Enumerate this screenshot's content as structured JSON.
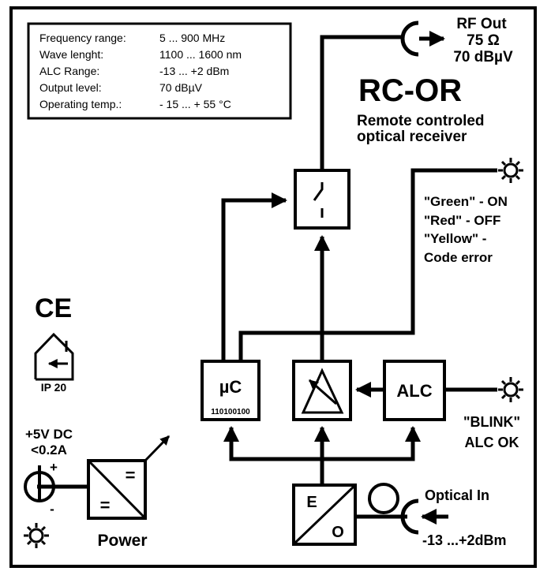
{
  "specs": {
    "rows": [
      {
        "label": "Frequency range:",
        "value": "5 ... 900 MHz"
      },
      {
        "label": "Wave lenght:",
        "value": "1100 ... 1600 nm"
      },
      {
        "label": "ALC Range:",
        "value": "-13 ... +2 dBm"
      },
      {
        "label": "Output level:",
        "value": "70 dBµV"
      },
      {
        "label": "Operating temp.:",
        "value": "- 15 ... + 55 °C"
      }
    ]
  },
  "rf_out": {
    "title": "RF Out",
    "impedance": "75 Ω",
    "level": "70 dBµV"
  },
  "product": {
    "name": "RC-OR",
    "desc_line1": "Remote controled",
    "desc_line2": "optical receiver"
  },
  "status_led": {
    "line1": "\"Green\" - ON",
    "line2": "\"Red\"   - OFF",
    "line3": "\"Yellow\" -",
    "line4": "Code error"
  },
  "mcu": {
    "label": "µC",
    "code": "110100100"
  },
  "alc": {
    "label": "ALC",
    "led_line1": "\"BLINK\"",
    "led_line2": "ALC OK"
  },
  "converter": {
    "top": "E",
    "bottom": "O"
  },
  "optical_in": {
    "title": "Optical In",
    "range": "-13 ...+2dBm"
  },
  "power": {
    "voltage": "+5V DC",
    "current": "<0.2A",
    "label": "Power",
    "plus": "+",
    "minus": "-",
    "eq_top": "=",
    "eq_bottom": "="
  },
  "marks": {
    "ce": "CE",
    "ip": "IP 20"
  }
}
